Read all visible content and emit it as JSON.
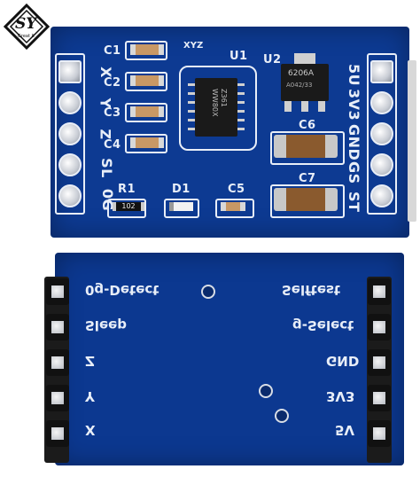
{
  "logo": {
    "mark": "SY",
    "tagline": "Great It"
  },
  "top_board": {
    "left_pins": [
      "X",
      "Y",
      "Z",
      "SL",
      "0G"
    ],
    "right_pins": [
      "5U",
      "3V3",
      "GND",
      "GS",
      "ST"
    ],
    "components": [
      "C1",
      "C2",
      "C3",
      "C4",
      "C5",
      "C6",
      "C7",
      "R1",
      "D1",
      "U1",
      "U2"
    ],
    "resistor_code": "102",
    "u1_marking": [
      "Z361",
      "WW80X"
    ],
    "u2_marking": [
      "6206A",
      "A042/33"
    ],
    "axis_marker": "XYZ"
  },
  "bottom_board": {
    "left_labels": [
      "0g-Detect",
      "Sleep",
      "Z",
      "Y",
      "X"
    ],
    "right_labels": [
      "Selftest",
      "g-Select",
      "GND",
      "3V3",
      "5V"
    ]
  },
  "colors": {
    "pcb": "#0d3a92",
    "silk": "#e8eef8",
    "header": "#111111"
  }
}
